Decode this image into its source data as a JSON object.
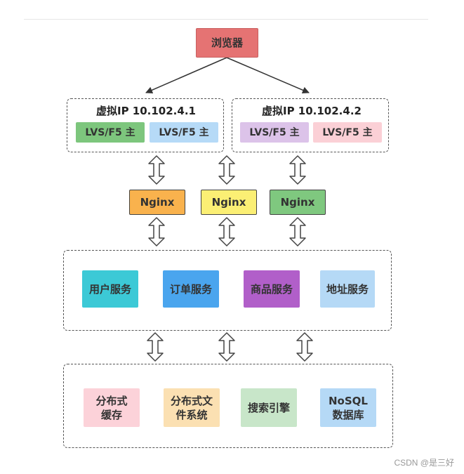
{
  "browser": {
    "label": "浏览器"
  },
  "vip_groups": [
    {
      "title": "虚拟IP 10.102.4.1",
      "nodes": [
        {
          "label": "LVS/F5 主",
          "color": "#7dc67d"
        },
        {
          "label": "LVS/F5 主",
          "color": "#b6daf7"
        }
      ]
    },
    {
      "title": "虚拟IP 10.102.4.2",
      "nodes": [
        {
          "label": "LVS/F5 主",
          "color": "#dcc3e9"
        },
        {
          "label": "LVS/F5 主",
          "color": "#fbd0d6"
        }
      ]
    }
  ],
  "nginx": [
    {
      "label": "Nginx",
      "color": "#f9b24d"
    },
    {
      "label": "Nginx",
      "color": "#fbef74"
    },
    {
      "label": "Nginx",
      "color": "#7fc87f"
    }
  ],
  "services": [
    {
      "label": "用户服务",
      "color": "#3cc9d6"
    },
    {
      "label": "订单服务",
      "color": "#4aa5ee"
    },
    {
      "label": "商品服务",
      "color": "#b15fc9"
    },
    {
      "label": "地址服务",
      "color": "#b5d9f6"
    }
  ],
  "storage": [
    {
      "label": "分布式\n缓存",
      "color": "#fcd2d9"
    },
    {
      "label": "分布式文\n件系统",
      "color": "#fbe0b2"
    },
    {
      "label": "搜索引擎",
      "color": "#c8e6c9"
    },
    {
      "label": "NoSQL\n数据库",
      "color": "#b5d9f6"
    }
  ],
  "watermark": "CSDN @是三好"
}
